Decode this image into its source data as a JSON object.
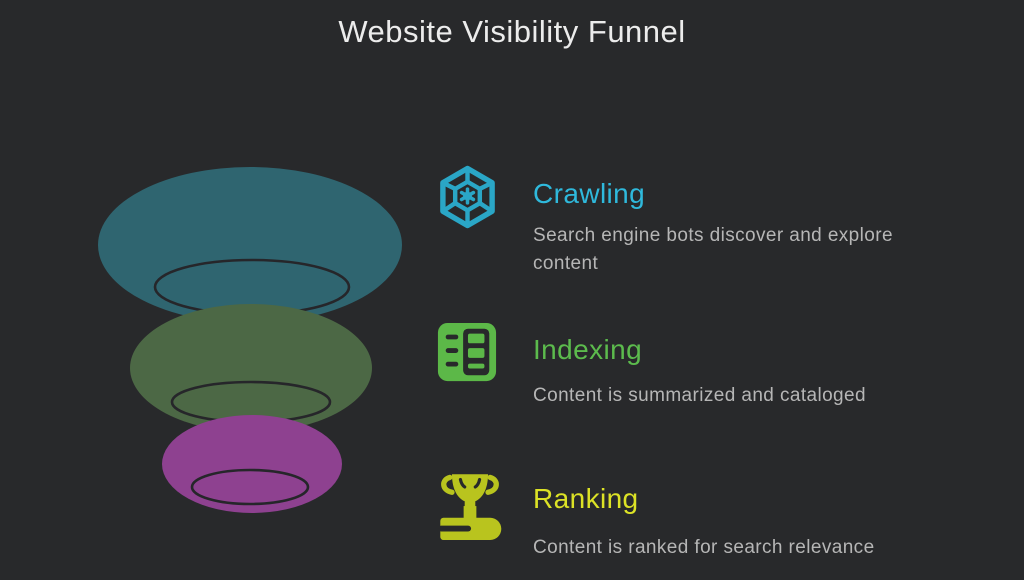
{
  "page": {
    "title": "Website Visibility Funnel",
    "background": "#28292b",
    "title_color": "#ececec",
    "description_color": "#b6b6b6"
  },
  "funnel": {
    "outline_color": "#26262a",
    "levels": [
      {
        "stage": "Crawling",
        "fill": "#2f6570"
      },
      {
        "stage": "Indexing",
        "fill": "#4c6845"
      },
      {
        "stage": "Ranking",
        "fill": "#8e4190"
      }
    ]
  },
  "steps": [
    {
      "label": "Crawling",
      "description": "Search engine bots discover and explore content",
      "label_color": "#2fb9dc",
      "icon": "spider-web-icon",
      "icon_color": "#2aa6c6"
    },
    {
      "label": "Indexing",
      "description": "Content is summarized and cataloged",
      "label_color": "#5cbb4d",
      "icon": "index-catalog-icon",
      "icon_color": "#5cb848"
    },
    {
      "label": "Ranking",
      "description": "Content is ranked for search relevance",
      "label_color": "#dce226",
      "icon": "trophy-book-icon",
      "icon_color": "#b9c41e"
    }
  ]
}
